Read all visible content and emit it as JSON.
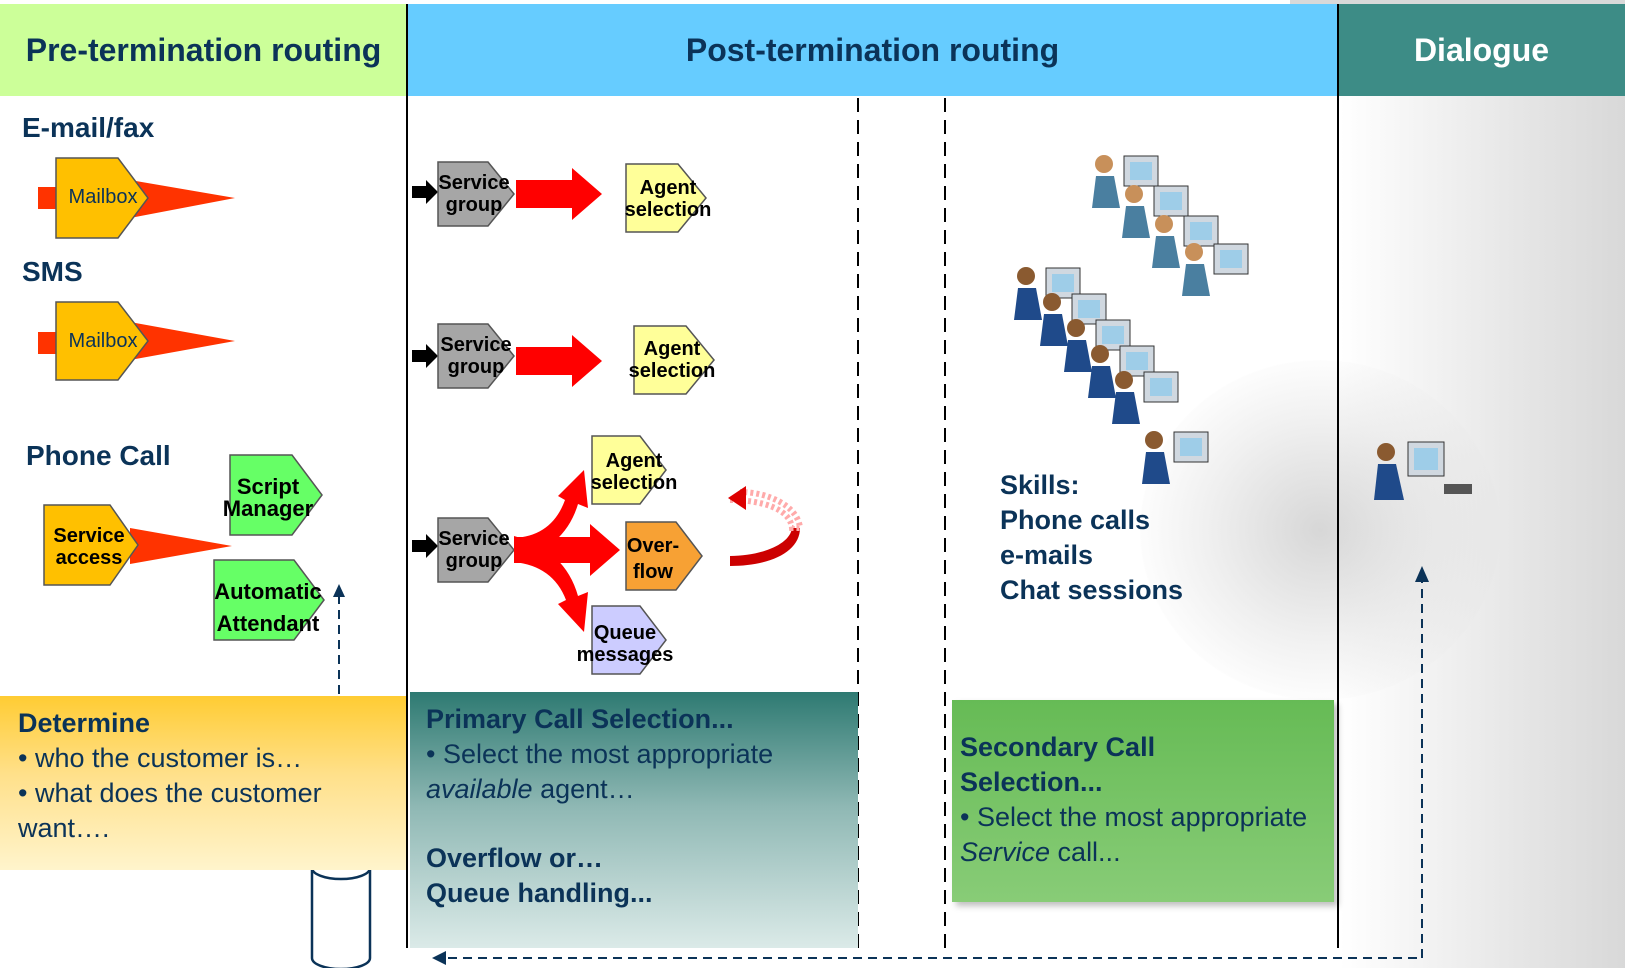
{
  "headers": {
    "pre": "Pre-termination routing",
    "post": "Post-termination routing",
    "dialogue": "Dialogue"
  },
  "channels": {
    "email": "E-mail/fax",
    "sms": "SMS",
    "phone": "Phone Call"
  },
  "shapes": {
    "mailbox": "Mailbox",
    "service_access": "Service access",
    "script_manager": "Script Manager",
    "automatic_attendant": "Automatic Attendant",
    "service_group": "Service group",
    "agent_selection": "Agent selection",
    "overflow": "Over- flow",
    "queue_messages": "Queue messages"
  },
  "skills": {
    "title": "Skills:",
    "items": [
      "Phone calls",
      "e-mails",
      "Chat sessions"
    ]
  },
  "boxes": {
    "determine": {
      "title": "Determine",
      "bullet1": "who the customer is…",
      "bullet2": "what does the customer want…."
    },
    "primary": {
      "title": "Primary Call Selection...",
      "bullet_pre": "Select the most appropriate",
      "bullet_em": "available",
      "bullet_post": "agent…",
      "footer1": "Overflow or…",
      "footer2": "Queue handling..."
    },
    "secondary": {
      "title1": "Secondary Call",
      "title2": "Selection...",
      "bullet_pre": "Select the most appropriate",
      "bullet_em": "Service",
      "bullet_post": "call..."
    }
  },
  "colors": {
    "pre_header": "#ccff99",
    "post_header": "#66ccff",
    "dialogue_header": "#3d8c86",
    "mailbox": "#ffc000",
    "green_shape": "#66ff66",
    "service_group": "#a6a6a6",
    "agent_selection": "#ffff99",
    "overflow": "#f7a134",
    "queue": "#ccccff",
    "arrow_red": "#ff0000",
    "text_navy": "#0b3358"
  }
}
